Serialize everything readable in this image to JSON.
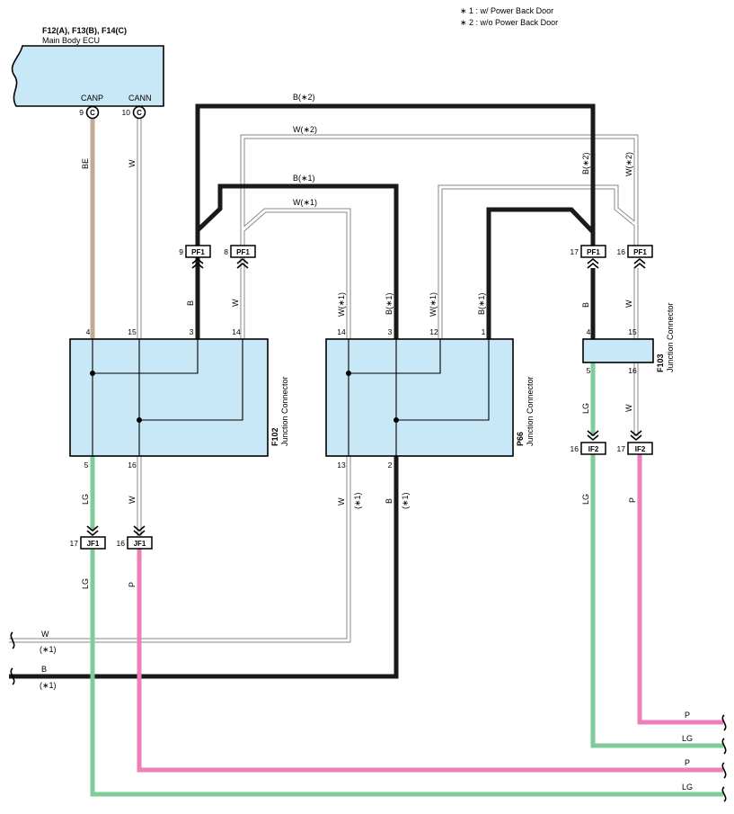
{
  "legend": {
    "note1": "∗ 1 : w/ Power Back Door",
    "note2": "∗ 2 : w/o Power Back Door"
  },
  "ecu": {
    "codes": "F12(A), F13(B), F14(C)",
    "name": "Main Body ECU",
    "pin_canp_label": "CANP",
    "pin_cann_label": "CANN",
    "pin_canp_num": "9",
    "pin_cann_num": "10",
    "pin_connector": "C"
  },
  "connectors": {
    "f102": {
      "code": "F102",
      "name": "Junction Connector",
      "top_pins": [
        "4",
        "15",
        "3",
        "14"
      ],
      "bottom_pins": [
        "5",
        "16"
      ]
    },
    "p66": {
      "code": "P66",
      "name": "Junction Connector",
      "top_pins": [
        "14",
        "3",
        "12",
        "1"
      ],
      "bottom_pins": [
        "13",
        "2"
      ]
    },
    "f103": {
      "code": "F103",
      "name": "Junction Connector",
      "top_pins": [
        "4",
        "15"
      ],
      "bottom_pins": [
        "5",
        "16"
      ]
    }
  },
  "inline": {
    "pf1": "PF1",
    "jf1": "JF1",
    "if2": "IF2",
    "pf1_pins": [
      "9",
      "8",
      "17",
      "16"
    ],
    "jf1_pins": [
      "17",
      "16"
    ],
    "if2_pins": [
      "16",
      "17"
    ]
  },
  "wires": {
    "be": "BE",
    "w": "W",
    "b": "B",
    "lg": "LG",
    "p": "P",
    "b2": "B(∗2)",
    "w2": "W(∗2)",
    "b1": "B(∗1)",
    "w1": "W(∗1)",
    "star1": "(∗1)"
  },
  "colors": {
    "b": "#1a1a1a",
    "w_outline": "#8a8a8a",
    "be": "#c2ab94",
    "lg": "#7fcb99",
    "p": "#ee7fb8",
    "box_fill": "#c9e8f7"
  }
}
